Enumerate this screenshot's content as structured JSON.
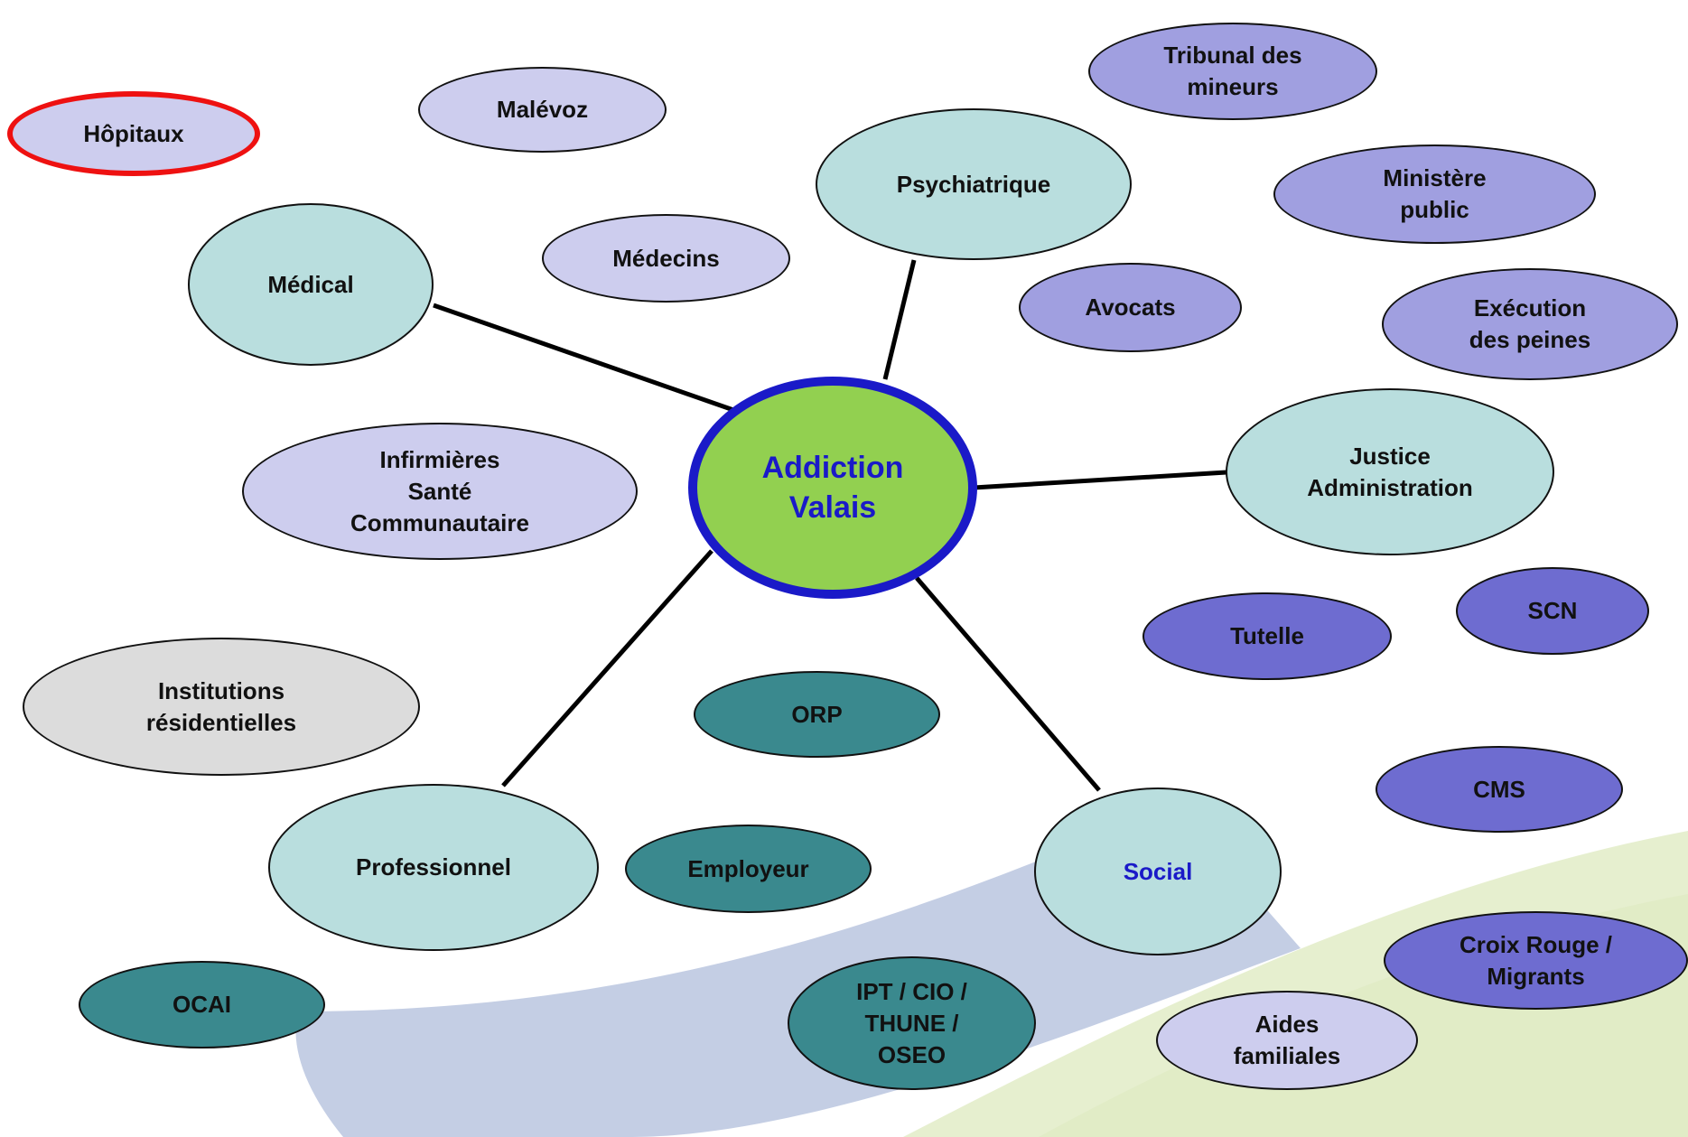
{
  "center": {
    "title": "Addiction\nValais",
    "color": "#1a1ac8",
    "fill": "#92d050"
  },
  "hubs": {
    "medical": "Médical",
    "psychiatrique": "Psychiatrique",
    "justice": "Justice\nAdministration",
    "social": "Social",
    "professionnel": "Professionnel"
  },
  "medical_group": {
    "hopitaux": "Hôpitaux",
    "malevoz": "Malévoz",
    "medecins": "Médecins",
    "infirmieres": "Infirmières\nSanté\nCommunautaire",
    "institutions": "Institutions\nrésidentielles"
  },
  "justice_group": {
    "tribunal": "Tribunal des\nmineurs",
    "ministere": "Ministère\npublic",
    "avocats": "Avocats",
    "execution": "Exécution\ndes peines"
  },
  "social_group": {
    "tutelle": "Tutelle",
    "scn": "SCN",
    "cms": "CMS",
    "croix_rouge": "Croix Rouge /\nMigrants",
    "aides": "Aides\nfamiliales"
  },
  "professional_group": {
    "orp": "ORP",
    "employeur": "Employeur",
    "ocai": "OCAI",
    "ipt": "IPT / CIO /\nTHUNE /\nOSEO"
  },
  "colors": {
    "hub": "#b9dede",
    "medical_light": "#cdcdee",
    "justice": "#a09fe0",
    "social": "#6e6cd0",
    "professional": "#3a898e",
    "residential": "#dcdcdc",
    "highlight_border": "#ee1111"
  }
}
